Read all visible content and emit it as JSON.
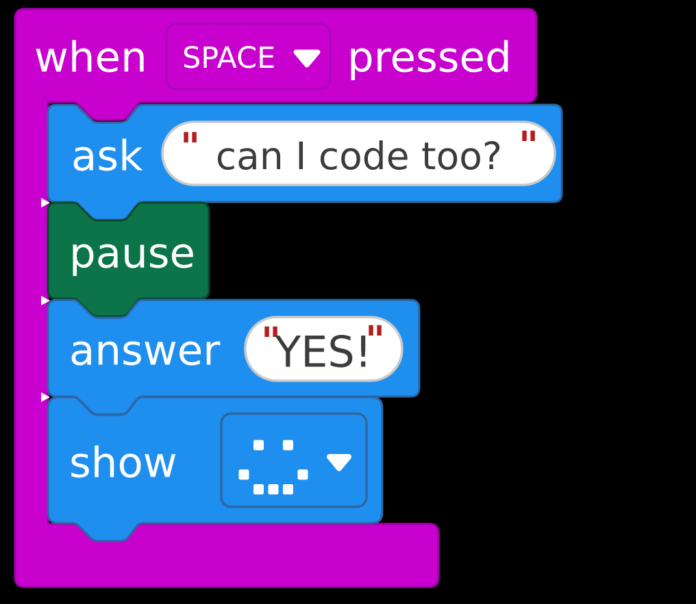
{
  "app": {
    "title": "block-code-workspace"
  },
  "colors": {
    "background": "#000000",
    "event_fill": "#C801CF",
    "event_border": "#A301AC",
    "event_dropdown_border": "#B106BE",
    "action_fill": "#1E8FEF",
    "action_border": "#2D66A3",
    "pause_fill": "#0B7549",
    "pause_border": "#09482D",
    "pill_fill": "#FFFFFF",
    "pill_border": "#C9C9C9",
    "field_text": "#3C3C3C",
    "quote": "#B41E1E",
    "label_text": "#FFFFFF",
    "gap_wedge": "#FFFFFF"
  },
  "script": {
    "hat": {
      "prefix": "when",
      "key_dropdown_value": "SPACE",
      "suffix": "pressed"
    },
    "blocks": [
      {
        "type": "ask",
        "label": "ask",
        "value": "can I code too?"
      },
      {
        "type": "pause",
        "label": "pause"
      },
      {
        "type": "answer",
        "label": "answer",
        "value": "YES!"
      },
      {
        "type": "show",
        "label": "show",
        "led_pattern": [
          "01010",
          "00000",
          "10001",
          "01110"
        ],
        "led_pattern_name": "happy-face"
      }
    ],
    "quote_mark": "\""
  }
}
